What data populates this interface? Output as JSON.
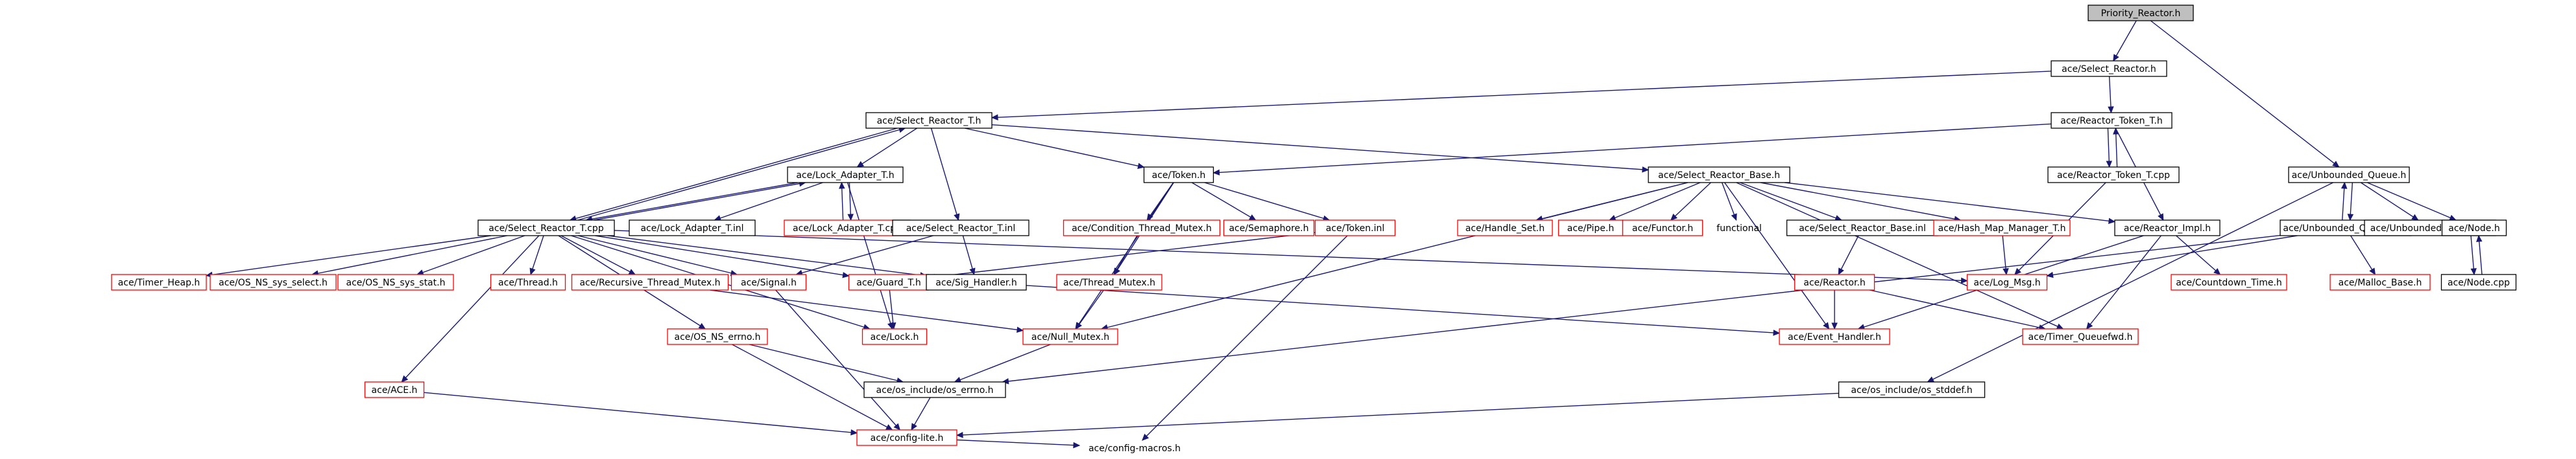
{
  "colors": {
    "root_fill": "#bfbfbf",
    "edge": "#191970",
    "black_border": "#000000",
    "red_border": "#ff0000",
    "text": "#000000"
  },
  "nodes": [
    {
      "id": "n0",
      "label": "Priority_Reactor.h",
      "style": "root"
    },
    {
      "id": "n1",
      "label": "ace/Select_Reactor.h",
      "style": "black"
    },
    {
      "id": "n2",
      "label": "ace/Select_Reactor_T.h",
      "style": "black"
    },
    {
      "id": "n3",
      "label": "ace/Reactor_Token_T.h",
      "style": "black"
    },
    {
      "id": "n4",
      "label": "ace/Unbounded_Queue.h",
      "style": "black"
    },
    {
      "id": "n5",
      "label": "ace/Lock_Adapter_T.h",
      "style": "black"
    },
    {
      "id": "n6",
      "label": "ace/Token.h",
      "style": "black"
    },
    {
      "id": "n7",
      "label": "ace/Select_Reactor_Base.h",
      "style": "black"
    },
    {
      "id": "n8",
      "label": "ace/Reactor_Token_T.cpp",
      "style": "black"
    },
    {
      "id": "n9",
      "label": "ace/Select_Reactor_T.cpp",
      "style": "black"
    },
    {
      "id": "n10",
      "label": "ace/Lock_Adapter_T.inl",
      "style": "black"
    },
    {
      "id": "n11",
      "label": "ace/Lock_Adapter_T.cpp",
      "style": "red"
    },
    {
      "id": "n12",
      "label": "ace/Select_Reactor_T.inl",
      "style": "black"
    },
    {
      "id": "n13",
      "label": "ace/Condition_Thread_Mutex.h",
      "style": "red"
    },
    {
      "id": "n14",
      "label": "ace/Semaphore.h",
      "style": "red"
    },
    {
      "id": "n15",
      "label": "ace/Token.inl",
      "style": "red"
    },
    {
      "id": "n16",
      "label": "ace/Handle_Set.h",
      "style": "red"
    },
    {
      "id": "n17",
      "label": "ace/Pipe.h",
      "style": "red"
    },
    {
      "id": "n18",
      "label": "ace/Functor.h",
      "style": "red"
    },
    {
      "id": "n19",
      "label": "functional",
      "style": "none"
    },
    {
      "id": "n20",
      "label": "ace/Select_Reactor_Base.inl",
      "style": "black"
    },
    {
      "id": "n21",
      "label": "ace/Hash_Map_Manager_T.h",
      "style": "red"
    },
    {
      "id": "n22",
      "label": "ace/Reactor_Impl.h",
      "style": "black"
    },
    {
      "id": "n23",
      "label": "ace/Unbounded_Queue.cpp",
      "style": "black"
    },
    {
      "id": "n24",
      "label": "ace/Unbounded_Queue.inl",
      "style": "black"
    },
    {
      "id": "n25",
      "label": "ace/Node.h",
      "style": "black"
    },
    {
      "id": "n26",
      "label": "ace/Timer_Heap.h",
      "style": "red"
    },
    {
      "id": "n27",
      "label": "ace/OS_NS_sys_select.h",
      "style": "red"
    },
    {
      "id": "n28",
      "label": "ace/OS_NS_sys_stat.h",
      "style": "red"
    },
    {
      "id": "n29",
      "label": "ace/Thread.h",
      "style": "red"
    },
    {
      "id": "n30",
      "label": "ace/Recursive_Thread_Mutex.h",
      "style": "red"
    },
    {
      "id": "n31",
      "label": "ace/Signal.h",
      "style": "red"
    },
    {
      "id": "n32",
      "label": "ace/Guard_T.h",
      "style": "red"
    },
    {
      "id": "n33",
      "label": "ace/Sig_Handler.h",
      "style": "black"
    },
    {
      "id": "n34",
      "label": "ace/Thread_Mutex.h",
      "style": "red"
    },
    {
      "id": "n35",
      "label": "ace/Reactor.h",
      "style": "red"
    },
    {
      "id": "n36",
      "label": "ace/Log_Msg.h",
      "style": "red"
    },
    {
      "id": "n37",
      "label": "ace/Countdown_Time.h",
      "style": "red"
    },
    {
      "id": "n38",
      "label": "ace/Malloc_Base.h",
      "style": "red"
    },
    {
      "id": "n39",
      "label": "ace/Node.cpp",
      "style": "black"
    },
    {
      "id": "n40",
      "label": "ace/Lock.h",
      "style": "red"
    },
    {
      "id": "n41",
      "label": "ace/OS_NS_errno.h",
      "style": "red"
    },
    {
      "id": "n42",
      "label": "ace/Null_Mutex.h",
      "style": "red"
    },
    {
      "id": "n43",
      "label": "ace/Event_Handler.h",
      "style": "red"
    },
    {
      "id": "n44",
      "label": "ace/Timer_Queuefwd.h",
      "style": "red"
    },
    {
      "id": "n45",
      "label": "ace/ACE.h",
      "style": "red"
    },
    {
      "id": "n46",
      "label": "ace/os_include/os_errno.h",
      "style": "black"
    },
    {
      "id": "n47",
      "label": "ace/os_include/os_stddef.h",
      "style": "black"
    },
    {
      "id": "n48",
      "label": "ace/config-lite.h",
      "style": "red"
    },
    {
      "id": "n49",
      "label": "ace/config-macros.h",
      "style": "none"
    }
  ],
  "edges": [
    [
      "n0",
      "n1"
    ],
    [
      "n0",
      "n4"
    ],
    [
      "n1",
      "n2"
    ],
    [
      "n1",
      "n3"
    ],
    [
      "n2",
      "n5"
    ],
    [
      "n2",
      "n6"
    ],
    [
      "n2",
      "n7"
    ],
    [
      "n2",
      "n9"
    ],
    [
      "n2",
      "n12"
    ],
    [
      "n3",
      "n6"
    ],
    [
      "n3",
      "n8"
    ],
    [
      "n3",
      "n22"
    ],
    [
      "n8",
      "n3"
    ],
    [
      "n8",
      "n36"
    ],
    [
      "n9",
      "n2"
    ],
    [
      "n9",
      "n5"
    ],
    [
      "n9",
      "n26"
    ],
    [
      "n9",
      "n27"
    ],
    [
      "n9",
      "n28"
    ],
    [
      "n9",
      "n29"
    ],
    [
      "n9",
      "n30"
    ],
    [
      "n9",
      "n31"
    ],
    [
      "n9",
      "n32"
    ],
    [
      "n9",
      "n33"
    ],
    [
      "n9",
      "n36"
    ],
    [
      "n9",
      "n41"
    ],
    [
      "n9",
      "n45"
    ],
    [
      "n9",
      "n40"
    ],
    [
      "n5",
      "n9"
    ],
    [
      "n5",
      "n10"
    ],
    [
      "n5",
      "n11"
    ],
    [
      "n5",
      "n40"
    ],
    [
      "n11",
      "n5"
    ],
    [
      "n12",
      "n31"
    ],
    [
      "n12",
      "n33"
    ],
    [
      "n6",
      "n13"
    ],
    [
      "n6",
      "n14"
    ],
    [
      "n6",
      "n15"
    ],
    [
      "n6",
      "n42"
    ],
    [
      "n6",
      "n34"
    ],
    [
      "n13",
      "n34"
    ],
    [
      "n15",
      "n32"
    ],
    [
      "n15",
      "n49"
    ],
    [
      "n7",
      "n16"
    ],
    [
      "n7",
      "n17"
    ],
    [
      "n7",
      "n18"
    ],
    [
      "n7",
      "n19"
    ],
    [
      "n7",
      "n20"
    ],
    [
      "n7",
      "n21"
    ],
    [
      "n7",
      "n22"
    ],
    [
      "n7",
      "n43"
    ],
    [
      "n7",
      "n44"
    ],
    [
      "n7",
      "n42"
    ],
    [
      "n20",
      "n35"
    ],
    [
      "n21",
      "n36"
    ],
    [
      "n22",
      "n37"
    ],
    [
      "n22",
      "n43"
    ],
    [
      "n22",
      "n44"
    ],
    [
      "n4",
      "n23"
    ],
    [
      "n4",
      "n24"
    ],
    [
      "n4",
      "n25"
    ],
    [
      "n4",
      "n47"
    ],
    [
      "n23",
      "n4"
    ],
    [
      "n23",
      "n38"
    ],
    [
      "n23",
      "n36"
    ],
    [
      "n23",
      "n46"
    ],
    [
      "n25",
      "n39"
    ],
    [
      "n39",
      "n25"
    ],
    [
      "n30",
      "n42"
    ],
    [
      "n31",
      "n48"
    ],
    [
      "n32",
      "n40"
    ],
    [
      "n33",
      "n43"
    ],
    [
      "n34",
      "n42"
    ],
    [
      "n35",
      "n43"
    ],
    [
      "n35",
      "n44"
    ],
    [
      "n41",
      "n46"
    ],
    [
      "n41",
      "n48"
    ],
    [
      "n42",
      "n46"
    ],
    [
      "n45",
      "n48"
    ],
    [
      "n46",
      "n48"
    ],
    [
      "n47",
      "n48"
    ],
    [
      "n48",
      "n49"
    ]
  ]
}
